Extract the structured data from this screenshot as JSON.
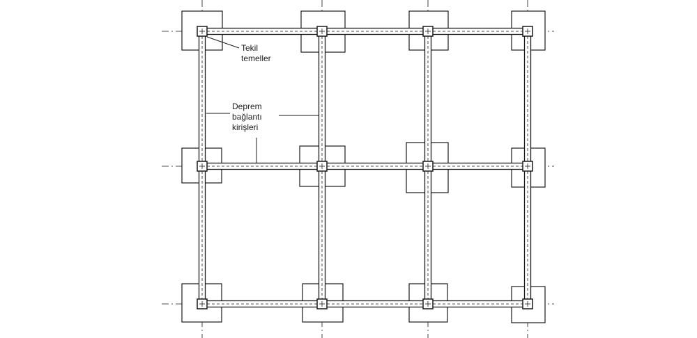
{
  "labels": {
    "single_footings": [
      "Tekil",
      "temeller"
    ],
    "tie_beams": [
      "Deprem",
      "bağlantı",
      "kirişleri"
    ]
  },
  "plan": {
    "column_lines": 4,
    "row_lines": 3,
    "footing_count": 12,
    "beam_count": 17
  },
  "colors": {
    "line": "#1a1a1a",
    "background": "#ffffff"
  }
}
